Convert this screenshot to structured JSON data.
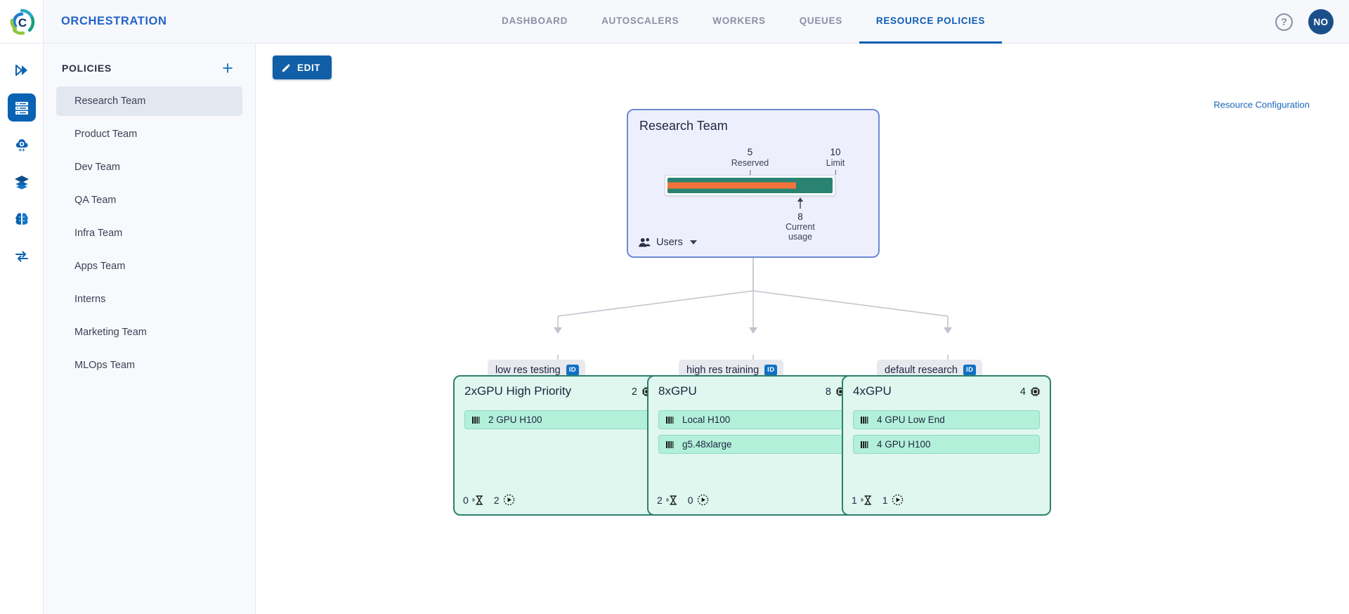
{
  "topbar": {
    "logo_icon": "circular-c-logo",
    "app_title": "ORCHESTRATION",
    "tabs": [
      {
        "label": "DASHBOARD",
        "active": false
      },
      {
        "label": "AUTOSCALERS",
        "active": false
      },
      {
        "label": "WORKERS",
        "active": false
      },
      {
        "label": "QUEUES",
        "active": false
      },
      {
        "label": "RESOURCE POLICIES",
        "active": true
      }
    ],
    "help_glyph": "?",
    "avatar_initials": "NO"
  },
  "rail": {
    "items": [
      {
        "icon": "double-chevron-right-icon",
        "active": false
      },
      {
        "icon": "server-rack-icon",
        "active": true
      },
      {
        "icon": "cloud-gear-icon",
        "active": false
      },
      {
        "icon": "layers-icon",
        "active": false
      },
      {
        "icon": "brain-icon",
        "active": false
      },
      {
        "icon": "transfer-arrows-icon",
        "active": false
      }
    ]
  },
  "sidebar": {
    "title": "POLICIES",
    "add_glyph": "+",
    "items": [
      {
        "label": "Research Team",
        "selected": true
      },
      {
        "label": "Product Team",
        "selected": false
      },
      {
        "label": "Dev Team",
        "selected": false
      },
      {
        "label": "QA Team",
        "selected": false
      },
      {
        "label": "Infra Team",
        "selected": false
      },
      {
        "label": "Apps Team",
        "selected": false
      },
      {
        "label": "Interns",
        "selected": false
      },
      {
        "label": "Marketing Team",
        "selected": false
      },
      {
        "label": "MLOps Team",
        "selected": false
      }
    ]
  },
  "toolbar": {
    "edit_label": "EDIT",
    "edit_icon": "pencil-icon",
    "resource_configuration_label": "Resource Configuration"
  },
  "colors": {
    "accent_blue": "#115fa7",
    "link_blue": "#1966b8",
    "root_card_border": "#6c8ad4",
    "root_card_bg": "#edf0fc",
    "gauge_reserved": "#2a8272",
    "gauge_usage": "#f2743a",
    "rg_card_border": "#2f7f6f",
    "rg_card_bg": "#dff7ee",
    "rg_item_bg": "#b3f0da",
    "id_badge": "#1071c4"
  },
  "root_node": {
    "title": "Research Team",
    "gauge": {
      "reserved_value": "5",
      "reserved_label": "Reserved",
      "limit_value": "10",
      "limit_label": "Limit",
      "usage_value": "8",
      "usage_label": "Current usage",
      "max": 10,
      "reserved": 5,
      "usage": 8
    },
    "users_label": "Users",
    "users_icon": "users-icon",
    "caret_icon": "chevron-down-icon"
  },
  "queues": [
    {
      "label": "low res testing",
      "badge": "ID"
    },
    {
      "label": "high res training",
      "badge": "ID"
    },
    {
      "label": "default research",
      "badge": "ID"
    }
  ],
  "resource_groups": [
    {
      "title": "2xGPU High Priority",
      "count": "2",
      "count_icon": "cpu-chip-icon",
      "items": [
        {
          "label": "2 GPU H100",
          "icon": "gpu-bars-icon"
        }
      ],
      "pending": "0",
      "pending_icon": "hourglass-icon",
      "running": "2",
      "running_icon": "running-play-icon"
    },
    {
      "title": "8xGPU",
      "count": "8",
      "count_icon": "cpu-chip-icon",
      "items": [
        {
          "label": "Local H100",
          "icon": "gpu-bars-icon"
        },
        {
          "label": "g5.48xlarge",
          "icon": "gpu-bars-icon"
        }
      ],
      "pending": "2",
      "pending_icon": "hourglass-icon",
      "running": "0",
      "running_icon": "running-play-icon"
    },
    {
      "title": "4xGPU",
      "count": "4",
      "count_icon": "cpu-chip-icon",
      "items": [
        {
          "label": "4 GPU Low End",
          "icon": "gpu-bars-icon"
        },
        {
          "label": "4 GPU H100",
          "icon": "gpu-bars-icon"
        }
      ],
      "pending": "1",
      "pending_icon": "hourglass-icon",
      "running": "1",
      "running_icon": "running-play-icon"
    }
  ]
}
